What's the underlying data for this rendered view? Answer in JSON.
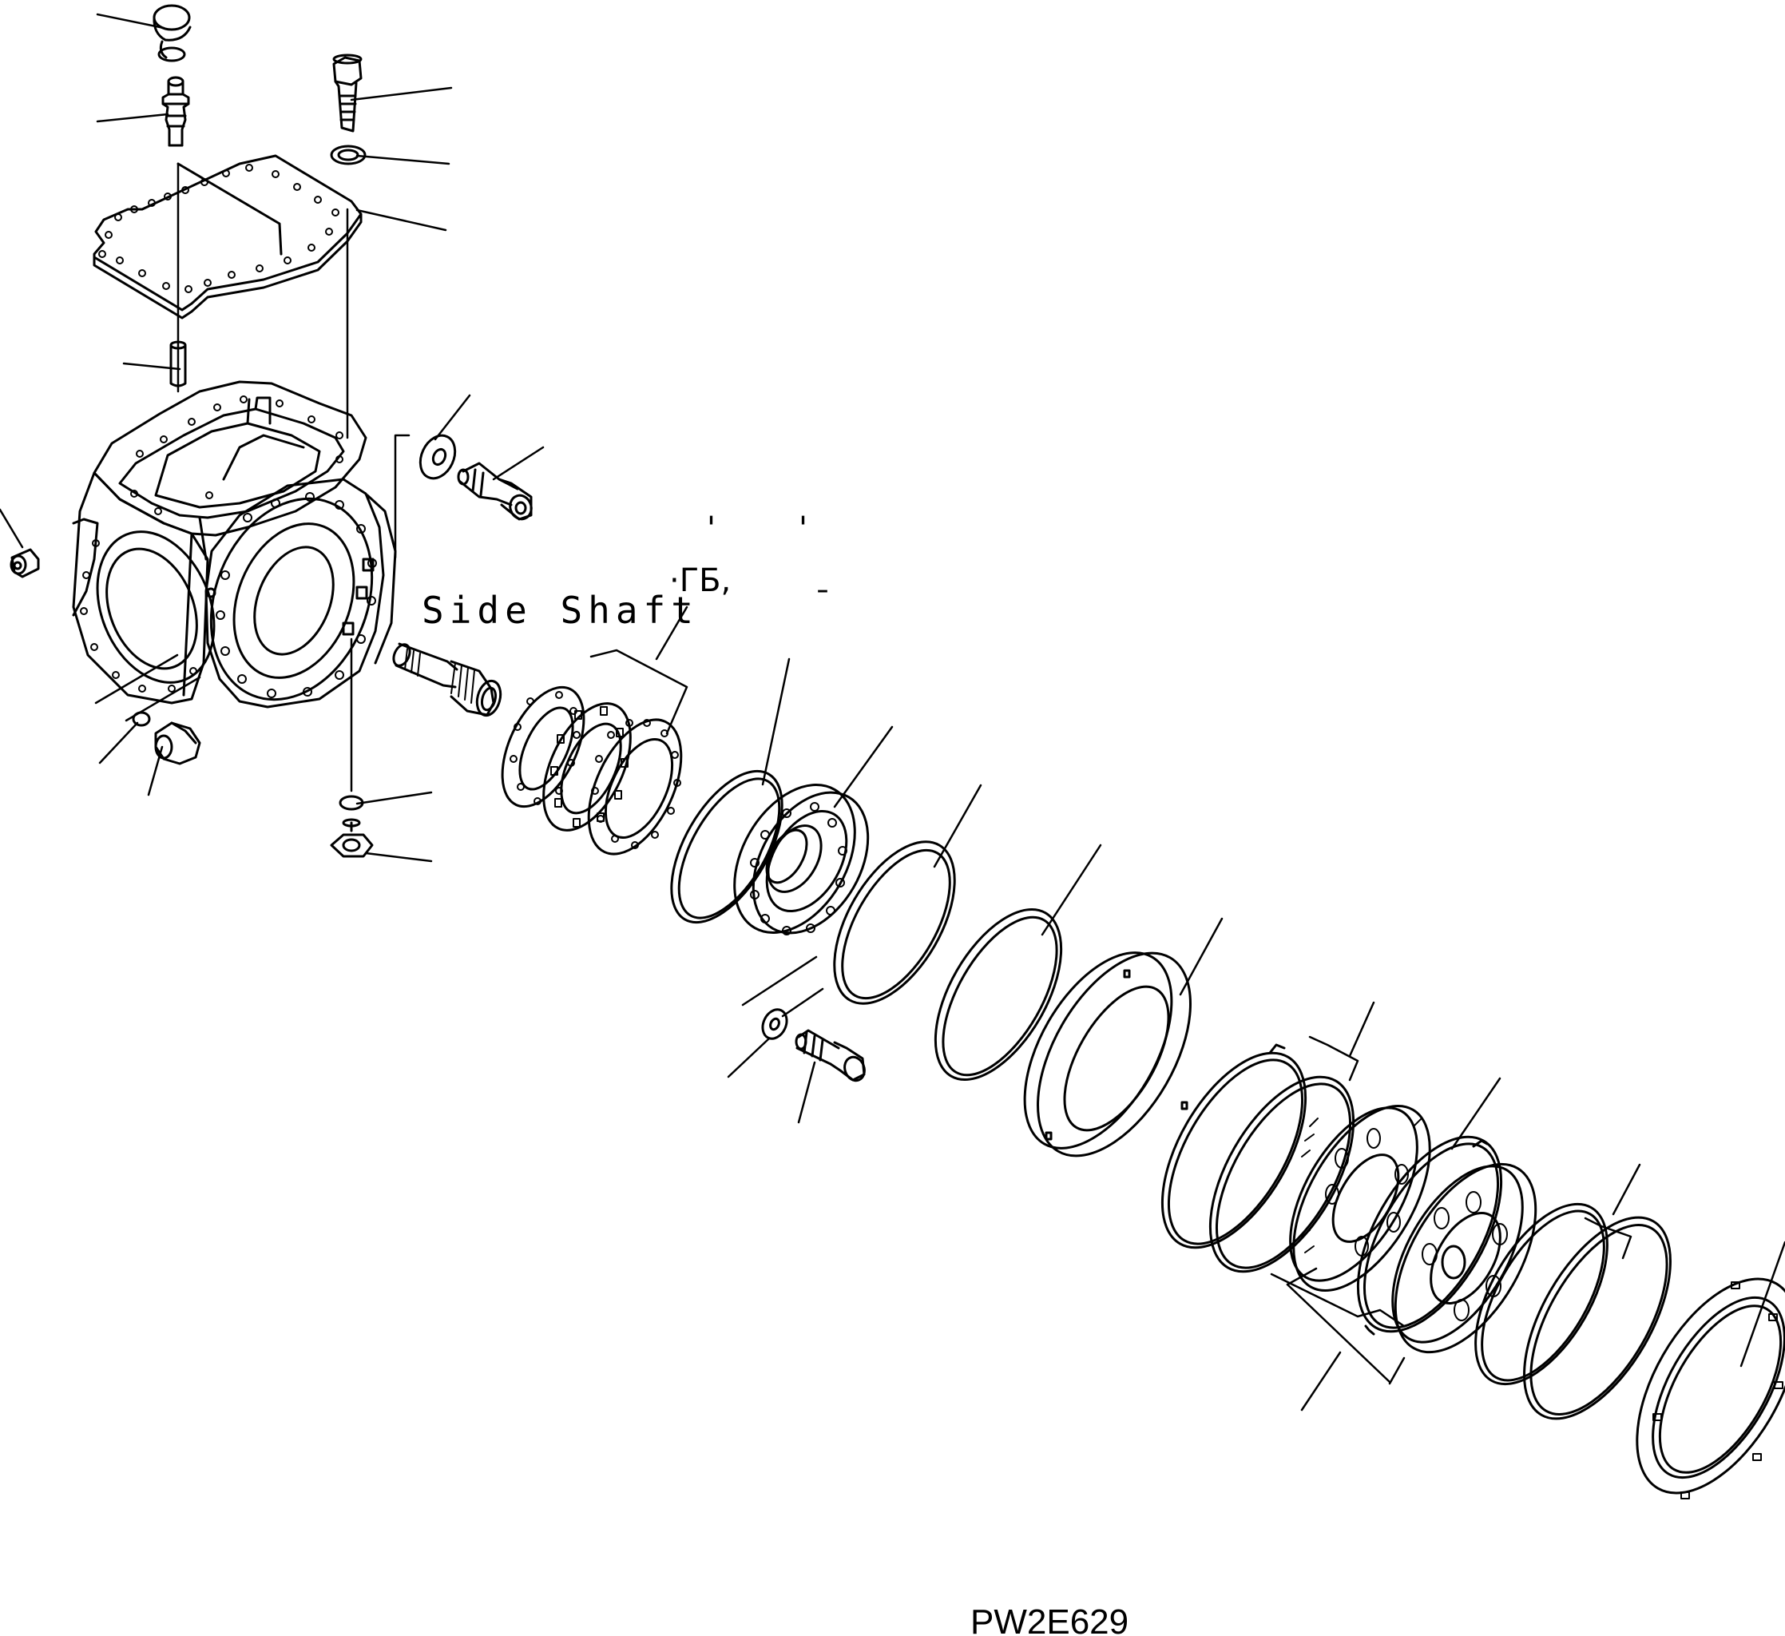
{
  "labels": {
    "side_shaft": "Side Shaft",
    "figure_code": "PW2E629",
    "fragment_a": "'",
    "fragment_b": "'",
    "fragment_c": "·ГБ,",
    "fragment_d": "ˍ"
  },
  "colors": {
    "line": "#000000",
    "background": "#ffffff"
  }
}
